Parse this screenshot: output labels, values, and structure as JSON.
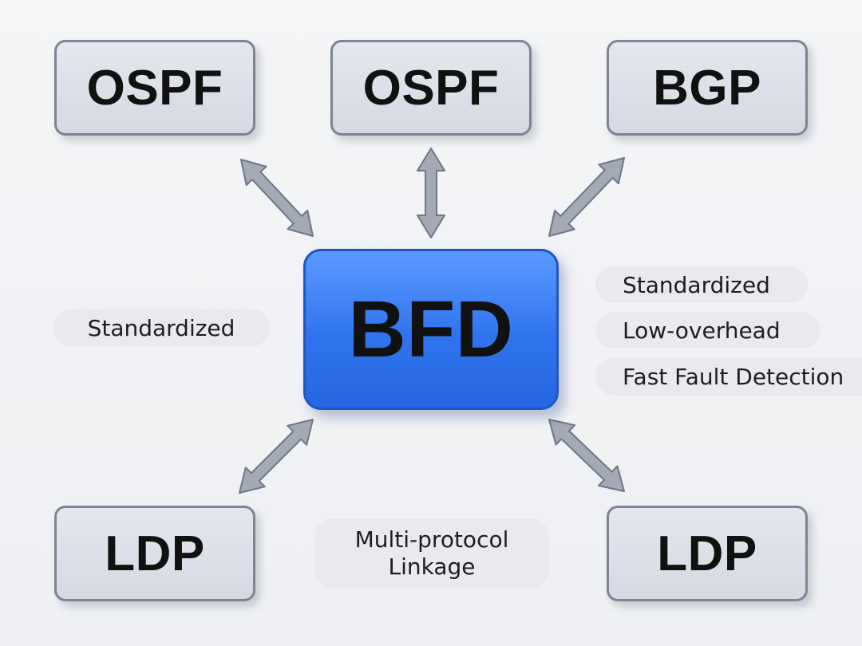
{
  "diagram": {
    "center_label": "BFD",
    "protocols": {
      "top_left": "OSPF",
      "top_middle": "OSPF",
      "top_right": "BGP",
      "bottom_left": "LDP",
      "bottom_right": "LDP"
    },
    "features_left": "Standardized",
    "features_right": [
      "Standardized",
      "Low-overhead",
      "Fast Fault Detection"
    ],
    "feature_bottom": [
      "Multi-protocol",
      "Linkage"
    ]
  },
  "colors": {
    "center_fill": "#2f73ee",
    "node_fill": "#dde0e7",
    "node_border": "#7d8493",
    "arrow_fill": "#a3a9b5",
    "arrow_stroke": "#6f7686"
  }
}
